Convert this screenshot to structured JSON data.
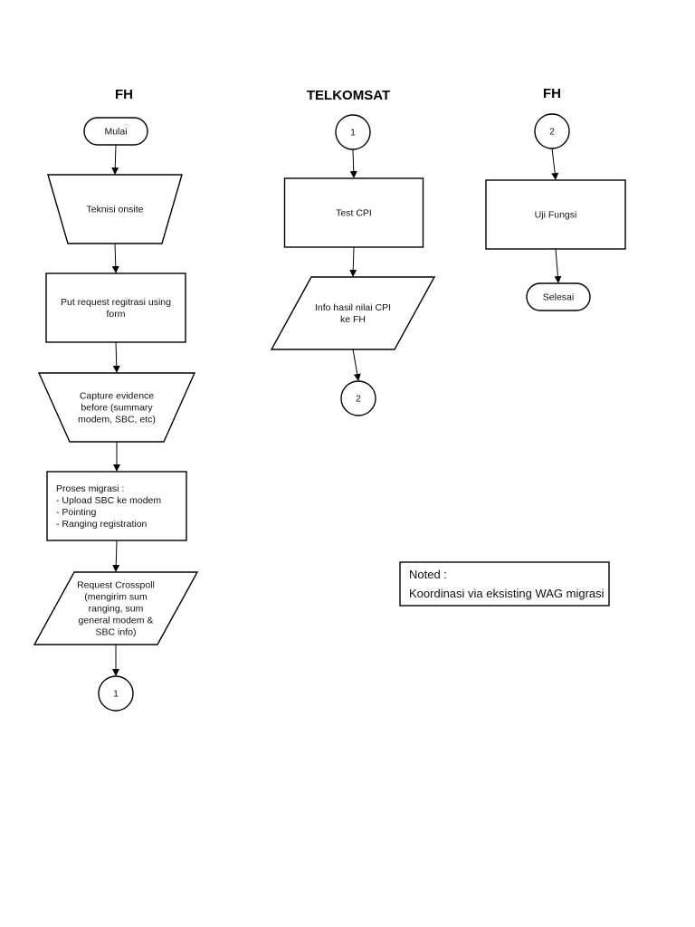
{
  "lanes": [
    {
      "id": "fh-left",
      "title": "FH"
    },
    {
      "id": "telkomsat",
      "title": "TELKOMSAT"
    },
    {
      "id": "fh-right",
      "title": "FH"
    }
  ],
  "nodes": [
    {
      "id": "mulai",
      "shape": "terminator",
      "lines": [
        "Mulai"
      ]
    },
    {
      "id": "teknisi",
      "shape": "manual-operation",
      "lines": [
        "Teknisi onsite"
      ]
    },
    {
      "id": "put-request",
      "shape": "process",
      "lines": [
        "Put request regitrasi using",
        "form"
      ]
    },
    {
      "id": "capture",
      "shape": "manual-operation",
      "lines": [
        "Capture evidence",
        "before (summary",
        "modem, SBC, etc)"
      ]
    },
    {
      "id": "proses",
      "shape": "process",
      "lines": [
        "Proses migrasi :",
        "- Upload SBC ke modem",
        "- Pointing",
        "- Ranging registration"
      ]
    },
    {
      "id": "request-crosspoll",
      "shape": "data",
      "lines": [
        "Request Crosspoll",
        "(mengirim sum",
        "ranging, sum",
        "general modem &",
        "SBC info)"
      ]
    },
    {
      "id": "conn-1-out",
      "shape": "connector",
      "lines": [
        "1"
      ]
    },
    {
      "id": "conn-1-in",
      "shape": "connector",
      "lines": [
        "1"
      ]
    },
    {
      "id": "test-cpi",
      "shape": "process",
      "lines": [
        "Test CPI"
      ]
    },
    {
      "id": "info-hasil",
      "shape": "data",
      "lines": [
        "Info hasil nilai CPI",
        "ke FH"
      ]
    },
    {
      "id": "conn-2-out",
      "shape": "connector",
      "lines": [
        "2"
      ]
    },
    {
      "id": "conn-2-in",
      "shape": "connector",
      "lines": [
        "2"
      ]
    },
    {
      "id": "uji-fungsi",
      "shape": "process",
      "lines": [
        "Uji Fungsi"
      ]
    },
    {
      "id": "selesai",
      "shape": "terminator",
      "lines": [
        "Selesai"
      ]
    }
  ],
  "edges": [
    {
      "from": "mulai",
      "to": "teknisi"
    },
    {
      "from": "teknisi",
      "to": "put-request"
    },
    {
      "from": "put-request",
      "to": "capture"
    },
    {
      "from": "capture",
      "to": "proses"
    },
    {
      "from": "proses",
      "to": "request-crosspoll"
    },
    {
      "from": "request-crosspoll",
      "to": "conn-1-out"
    },
    {
      "from": "conn-1-in",
      "to": "test-cpi"
    },
    {
      "from": "test-cpi",
      "to": "info-hasil"
    },
    {
      "from": "info-hasil",
      "to": "conn-2-out"
    },
    {
      "from": "conn-2-in",
      "to": "uji-fungsi"
    },
    {
      "from": "uji-fungsi",
      "to": "selesai"
    }
  ],
  "note": {
    "title": "Noted :",
    "body": "Koordinasi via eksisting WAG migrasi"
  }
}
